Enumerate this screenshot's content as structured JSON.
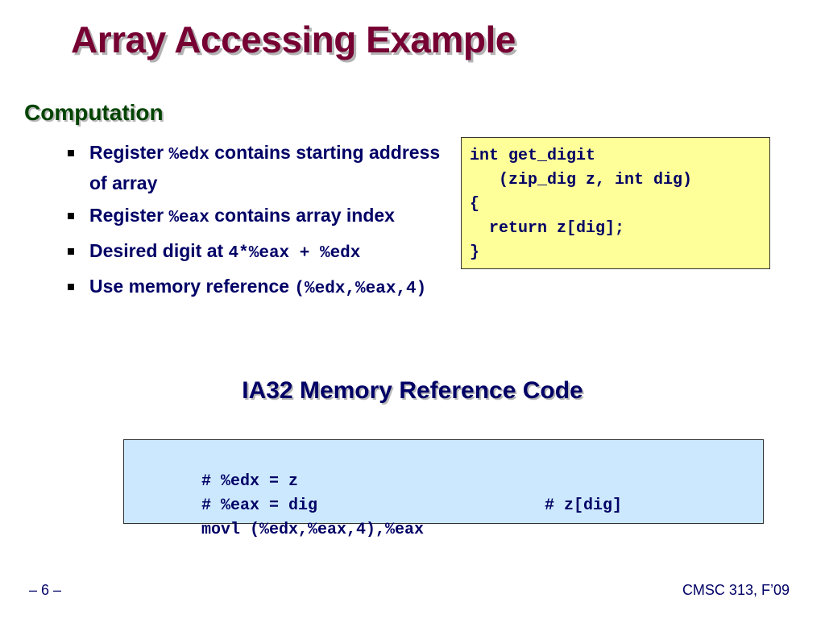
{
  "title": "Array Accessing Example",
  "section_heading": "Computation",
  "bullets": [
    {
      "parts": [
        {
          "text": "Register ",
          "mono": false
        },
        {
          "text": "%edx",
          "mono": true
        },
        {
          "text": " contains starting address of array",
          "mono": false
        }
      ]
    },
    {
      "parts": [
        {
          "text": "Register ",
          "mono": false
        },
        {
          "text": "%eax",
          "mono": true
        },
        {
          "text": " contains array index",
          "mono": false
        }
      ]
    },
    {
      "parts": [
        {
          "text": "Desired digit at ",
          "mono": false
        },
        {
          "text": "4*%eax + %edx",
          "mono": true
        }
      ]
    },
    {
      "parts": [
        {
          "text": "Use memory reference ",
          "mono": false
        },
        {
          "text": "(%edx,%eax,4)",
          "mono": true
        }
      ]
    }
  ],
  "c_code": {
    "lines": [
      "int get_digit",
      "   (zip_dig z, int dig)",
      "{",
      "  return z[dig];",
      "}"
    ]
  },
  "asm_heading": "IA32 Memory Reference Code",
  "asm_code": {
    "lines": [
      {
        "code": "# %edx = z",
        "comment": ""
      },
      {
        "code": "# %eax = dig",
        "comment": ""
      },
      {
        "code": "movl (%edx,%eax,4),%eax",
        "comment": "# z[dig]"
      }
    ]
  },
  "footer": {
    "page_number": "– 6 –",
    "course": "CMSC 313, F’09"
  },
  "colors": {
    "title": "#770033",
    "heading": "#004400",
    "text": "#000066",
    "c_box_bg": "#ffff99",
    "asm_box_bg": "#cce8ff"
  }
}
